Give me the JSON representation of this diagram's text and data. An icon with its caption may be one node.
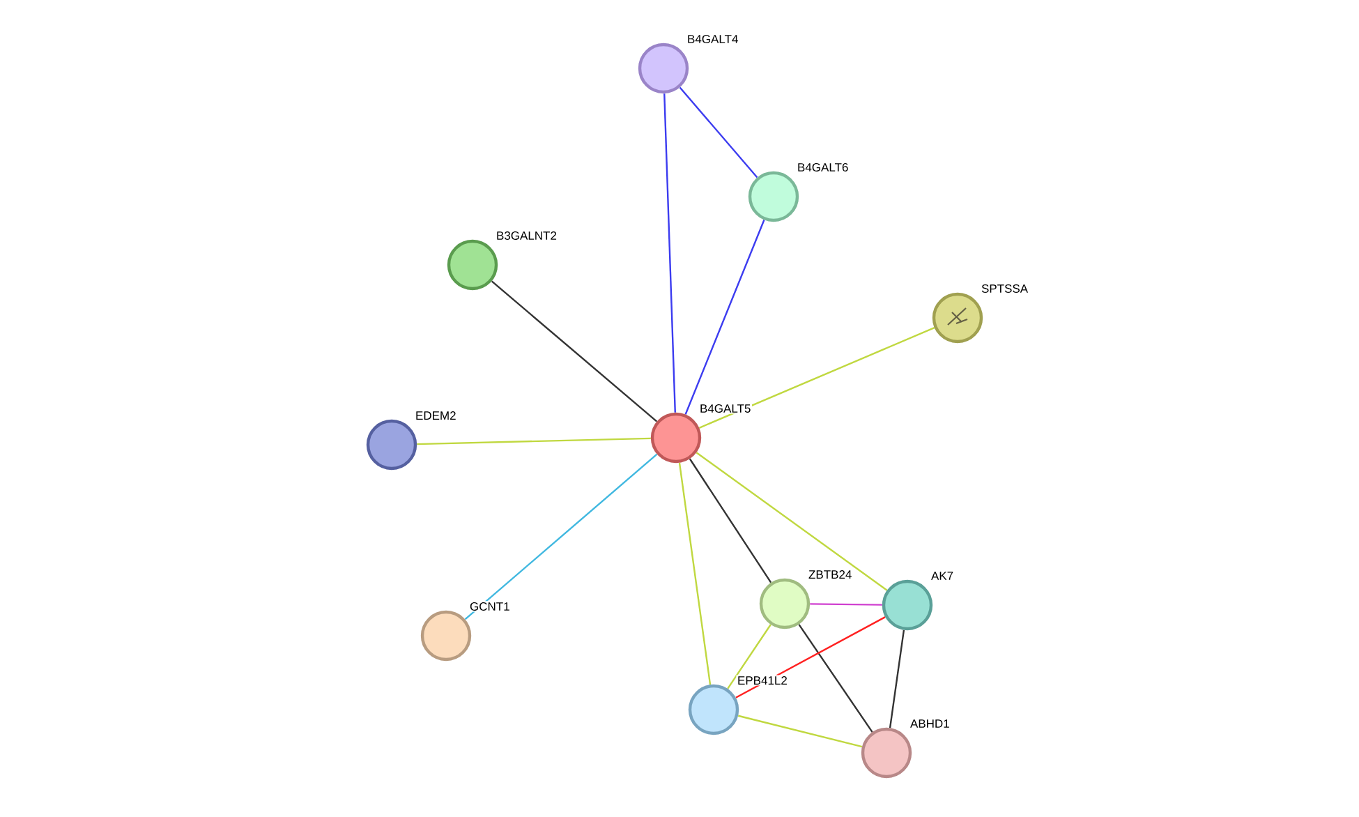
{
  "diagram": {
    "nodes": [
      {
        "text": [
          "B4GALT4"
        ]
      },
      {
        "text": [
          "B4GALT6"
        ]
      },
      {
        "text": [
          "B3GALNT2"
        ]
      },
      {
        "text": [
          "SPTSSA"
        ]
      },
      {
        "text": [
          "EDEM2"
        ]
      },
      {
        "text": [
          "B4GALT5"
        ]
      },
      {
        "text": [
          "GCNT1"
        ]
      },
      {
        "text": [
          "ZBTB24"
        ]
      },
      {
        "text": [
          "AK7"
        ]
      },
      {
        "text": [
          "EPB41L2"
        ]
      },
      {
        "text": [
          "ABHD1"
        ]
      }
    ],
    "edges": [
      {
        "from": 0,
        "to": 5,
        "arrow": "none",
        "color": "#3c3cf0"
      },
      {
        "from": 0,
        "to": 1,
        "arrow": "none",
        "color": "#3c3cf0"
      },
      {
        "from": 5,
        "to": 1,
        "arrow": "none",
        "color": "#3c3cf0"
      },
      {
        "from": 5,
        "to": 2,
        "arrow": "none",
        "color": "#333333"
      },
      {
        "from": 5,
        "to": 3,
        "arrow": "none"
      },
      {
        "from": 5,
        "to": 4,
        "arrow": "none"
      },
      {
        "from": 5,
        "to": 6,
        "arrow": "none",
        "color": "#40b8e0"
      },
      {
        "from": 5,
        "to": 7,
        "arrow": "none",
        "color": "#333333"
      },
      {
        "from": 5,
        "to": 8,
        "arrow": "none"
      },
      {
        "from": 5,
        "to": 9,
        "arrow": "none"
      },
      {
        "from": 7,
        "to": 8,
        "arrow": "none",
        "color": "#d040d0"
      },
      {
        "from": 7,
        "to": 9,
        "arrow": "none"
      },
      {
        "from": 7,
        "to": 10,
        "arrow": "none",
        "color": "#333333"
      },
      {
        "from": 8,
        "to": 9,
        "arrow": "none",
        "color": "#ff2020"
      },
      {
        "from": 8,
        "to": 10,
        "arrow": "none",
        "color": "#333333"
      },
      {
        "from": 9,
        "to": 10,
        "arrow": "none"
      }
    ]
  }
}
